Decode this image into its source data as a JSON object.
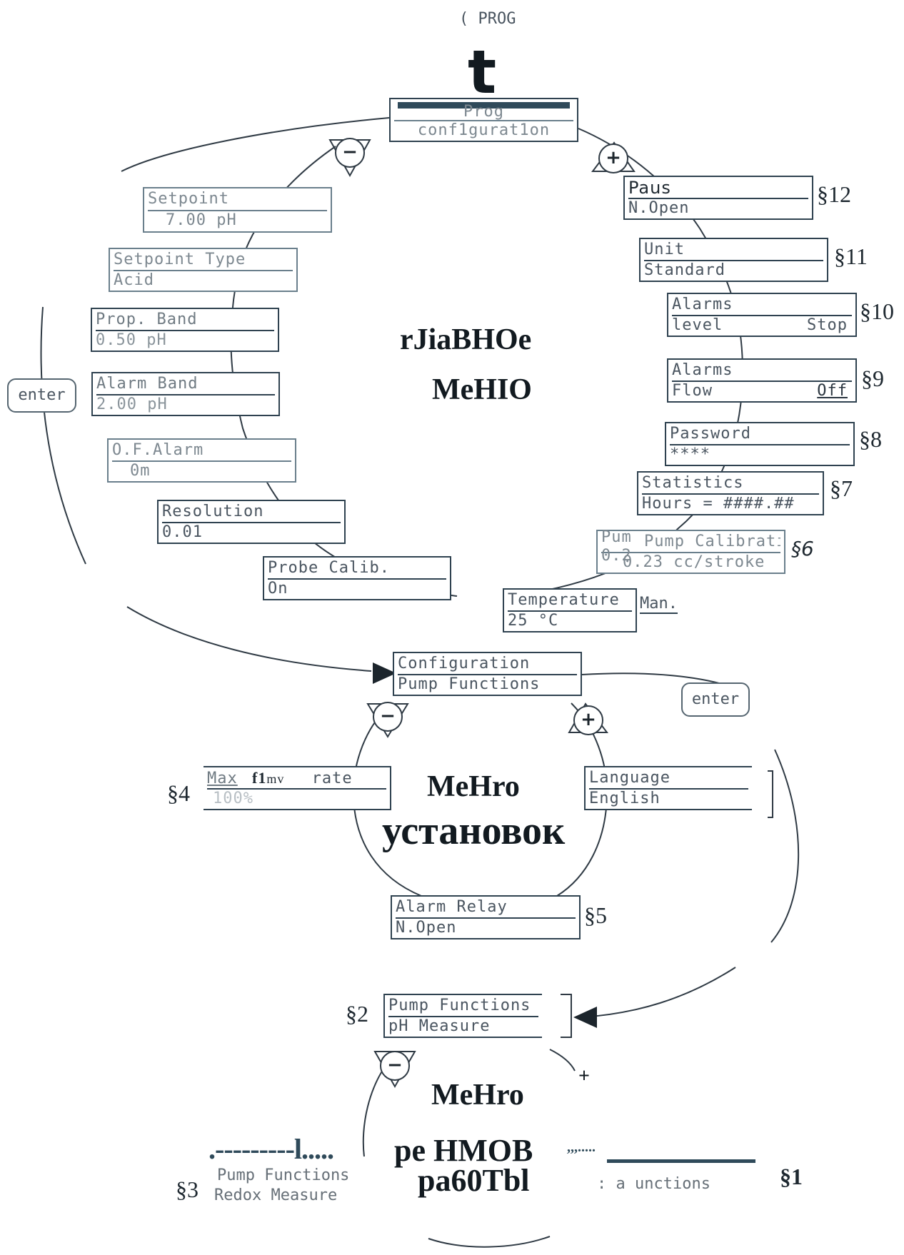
{
  "top": {
    "key_label": "( PROG",
    "arrow_glyph": "t"
  },
  "prog_box": {
    "line1": "Prog",
    "line2": "conf1gurat1on"
  },
  "setup_menu": {
    "title_line1": "rJiaBHOe",
    "title_line2": "MeHIO",
    "enter_label": "enter",
    "items": [
      {
        "line1": "Setpoint",
        "line2": "7.00 pH",
        "section": ""
      },
      {
        "line1": "Setpoint Type",
        "line2": "Acid",
        "section": ""
      },
      {
        "line1": "Prop. Band",
        "line2": "0.50 pH",
        "section": ""
      },
      {
        "line1": "Alarm Band",
        "line2": "2.00 pH",
        "section": ""
      },
      {
        "line1": "O.F.Alarm",
        "line2": "0m",
        "section": ""
      },
      {
        "line1": "Resolution",
        "line2": "0.01",
        "section": ""
      },
      {
        "line1": "Probe Calib.",
        "line2": "On",
        "section": ""
      },
      {
        "line1": "Temperature",
        "line2": "25 °C",
        "extra": "Man.",
        "section": ""
      },
      {
        "line1": "Pump Calibration",
        "line2": "0.23 cc/stroke",
        "overlay1": "Pum",
        "overlay2": "0.2",
        "section": "§6"
      },
      {
        "line1": "Statistics",
        "line2": "Hours = ####.##",
        "section": "§7"
      },
      {
        "line1": "Password",
        "line2": "****",
        "section": "§8"
      },
      {
        "line1": "Alarms",
        "line2": "Flow",
        "value_right": "Off",
        "section": "§9"
      },
      {
        "line1": "Alarms",
        "line2": "level",
        "value_right": "Stop",
        "section": "§10"
      },
      {
        "line1": "Unit",
        "line2": "Standard",
        "section": "§11"
      },
      {
        "line1": "Paus",
        "line2": "N.Open",
        "section": "§12"
      }
    ]
  },
  "settings_menu": {
    "title_line1": "MeHro",
    "title_line2": "установок",
    "enter_label": "enter",
    "items": [
      {
        "line1": "Configuration",
        "line2": "Pump Functions",
        "section": ""
      },
      {
        "line1": "Language",
        "line2": "English",
        "section": ""
      },
      {
        "line1": "Alarm Relay",
        "line2": "N.Open",
        "section": "§5"
      },
      {
        "line1": "Max",
        "line1_bold": "f1",
        "line1_small": "mv",
        "line1_rest": "rate",
        "line2": "100%",
        "section": "§4"
      }
    ]
  },
  "work_menu": {
    "title_line1": "MeHro",
    "title_line2": "pe HMOB",
    "title_line3": "pa60Tbl",
    "dashes": ".---------l.....",
    "tail": ",,,.....",
    "plus": "+",
    "items": [
      {
        "line1": "Pump Functions",
        "line2": "pH Measure",
        "section": "§2"
      },
      {
        "line1": "Pump Functions",
        "line2": "Redox Measure",
        "section": "§3"
      },
      {
        "text": ": a unctions",
        "section": "§1"
      }
    ]
  },
  "nav_symbols": {
    "minus": "−",
    "plus": "+"
  }
}
